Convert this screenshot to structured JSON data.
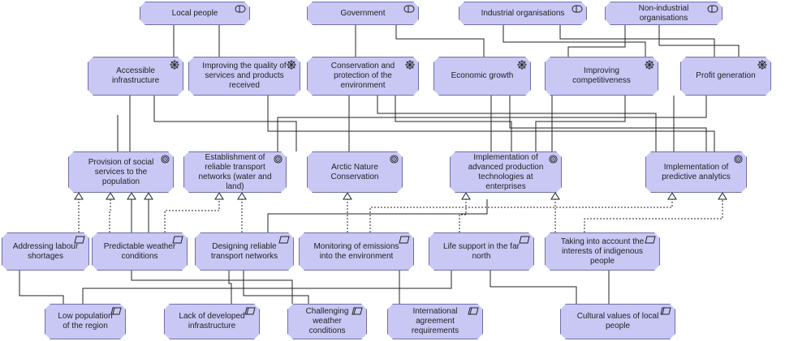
{
  "stakeholders": {
    "local_people": "Local people",
    "government": "Government",
    "industrial": "Industrial organisations",
    "non_industrial": "Non-industrial organisations"
  },
  "values": {
    "accessible_infrastructure": "Accessible infrastructure",
    "improving_quality": "Improving the quality of services and products received",
    "conservation": "Conservation and protection of the environment",
    "economic_growth": "Economic growth",
    "competitiveness": "Improving competitiveness",
    "profit": "Profit generation"
  },
  "goals": {
    "social_services": "Provision of social services to the population",
    "transport": "Establishment of reliable transport networks (water and land)",
    "arctic": "Arctic Nature Conservation",
    "advanced_tech": "Implementation of advanced production technologies at enterprises",
    "predictive": "Implementation of predictive analytics"
  },
  "requirements": {
    "labour": "Addressing labour shortages",
    "weather": "Predictable weather conditions",
    "designing": "Designing reliable transport networks",
    "monitoring": "Monitoring of emissions into the environment",
    "life_support": "Life support in the far north",
    "indigenous": "Taking into account the interests of indigenous people"
  },
  "constraints": {
    "low_population": "Low population of the region",
    "lack_infra": "Lack of developed infrastructure",
    "challenging_weather": "Challenging weather conditions",
    "international": "International agreement requirements",
    "cultural": "Cultural values of local people"
  },
  "colors": {
    "node_fill": "#c9c8f5",
    "node_border": "#6f6fa8",
    "line": "#222222"
  }
}
